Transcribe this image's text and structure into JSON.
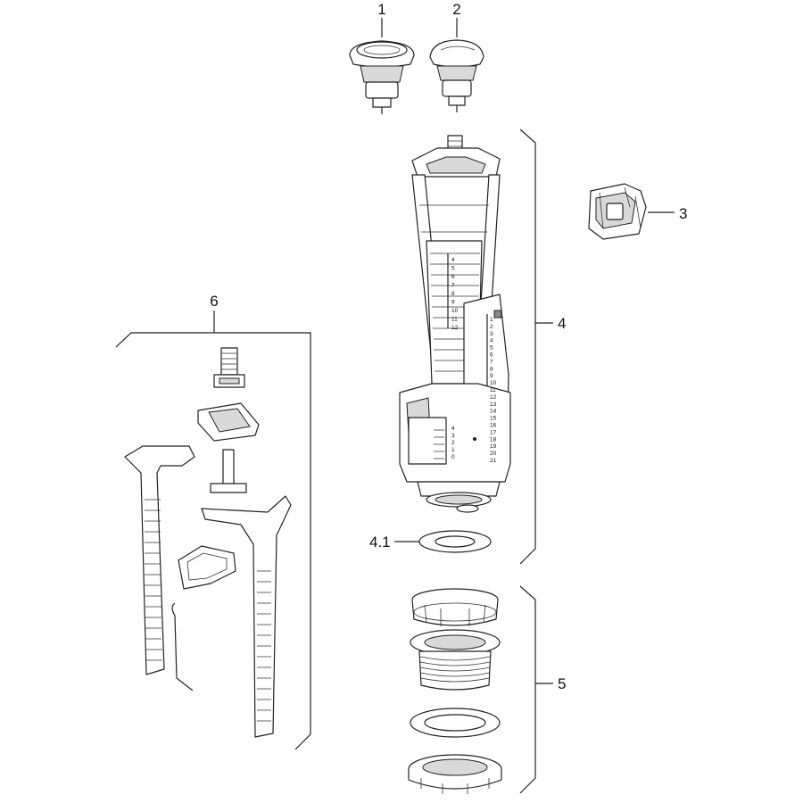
{
  "labels": {
    "part1": "1",
    "part2": "2",
    "part3": "3",
    "part4": "4",
    "part4_1": "4.1",
    "part5": "5",
    "part6": "6"
  },
  "scales": {
    "upper": [
      "4",
      "5",
      "6",
      "7",
      "8",
      "9",
      "10",
      "11",
      "12"
    ],
    "right": [
      "1",
      "2",
      "3",
      "4",
      "5",
      "6",
      "7",
      "8",
      "9",
      "10",
      "11",
      "12",
      "13",
      "14",
      "15",
      "16",
      "17",
      "18",
      "19",
      "20",
      "21"
    ],
    "small": [
      "4",
      "3",
      "2",
      "1",
      "0"
    ]
  }
}
